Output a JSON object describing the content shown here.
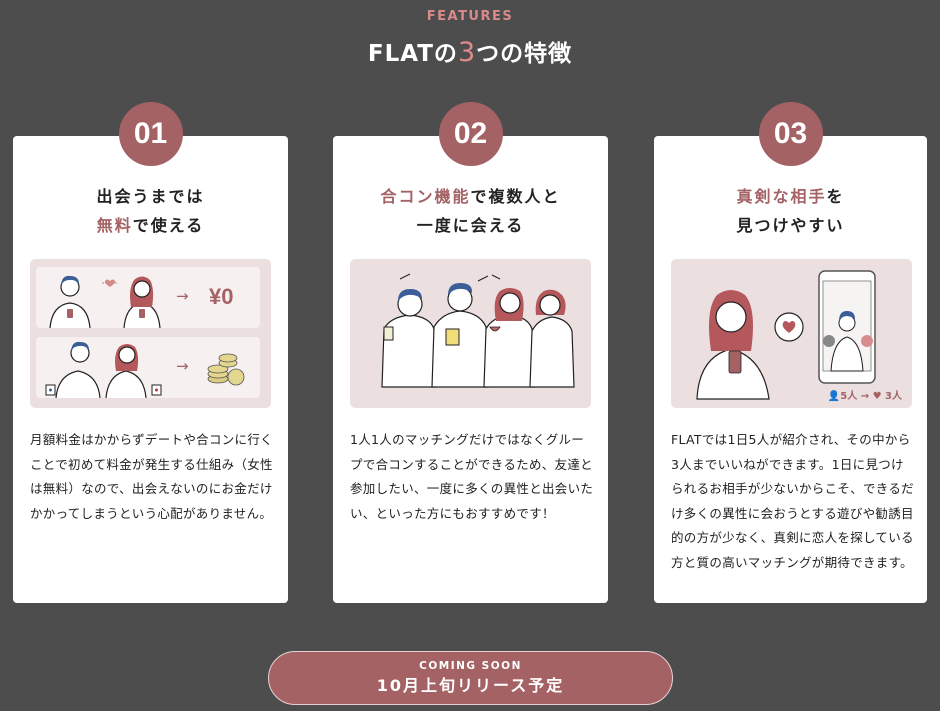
{
  "section": {
    "eyebrow": "FEATURES",
    "title_prefix": "FLATの",
    "title_number": "3",
    "title_suffix": "つの特徴"
  },
  "colors": {
    "background": "#4d4d4d",
    "accent": "#a46265",
    "eyebrow": "#d98a8a",
    "illustration_bg": "#ecdfe0",
    "card_bg": "#ffffff"
  },
  "features": [
    {
      "number": "01",
      "heading_line1": "出会うまでは",
      "heading_accent": "無料",
      "heading_line2_rest": "で使える",
      "illustration": {
        "row1_arrow": "→",
        "row1_value": "¥0",
        "row2_arrow": "→",
        "row2_icon": "coins-icon"
      },
      "description": "月額料金はかからずデートや合コンに行くことで初めて料金が発生する仕組み（女性は無料）なので、出会えないのにお金だけかかってしまうという心配がありません。"
    },
    {
      "number": "02",
      "heading_accent": "合コン機能",
      "heading_line1_rest": "で複数人と",
      "heading_line2": "一度に会える",
      "illustration": {
        "scene": "group-toast-illustration"
      },
      "description": "1人1人のマッチングだけではなくグループで合コンすることができるため、友達と参加したい、一度に多くの異性と出会いたい、といった方にもおすすめです！"
    },
    {
      "number": "03",
      "heading_accent": "真剣な相手",
      "heading_line1_rest": "を",
      "heading_line2": "見つけやすい",
      "illustration": {
        "stat_from": "5人",
        "stat_arrow": "→",
        "stat_to": "3人"
      },
      "description": "FLATでは1日5人が紹介され、その中から3人までいいねができます。1日に見つけられるお相手が少ないからこそ、できるだけ多くの異性に会おうとする遊びや勧誘目的の方が少なく、真剣に恋人を探している方と質の高いマッチングが期待できます。"
    }
  ],
  "cta": {
    "small": "COMING SOON",
    "big": "10月上旬リリース予定"
  }
}
